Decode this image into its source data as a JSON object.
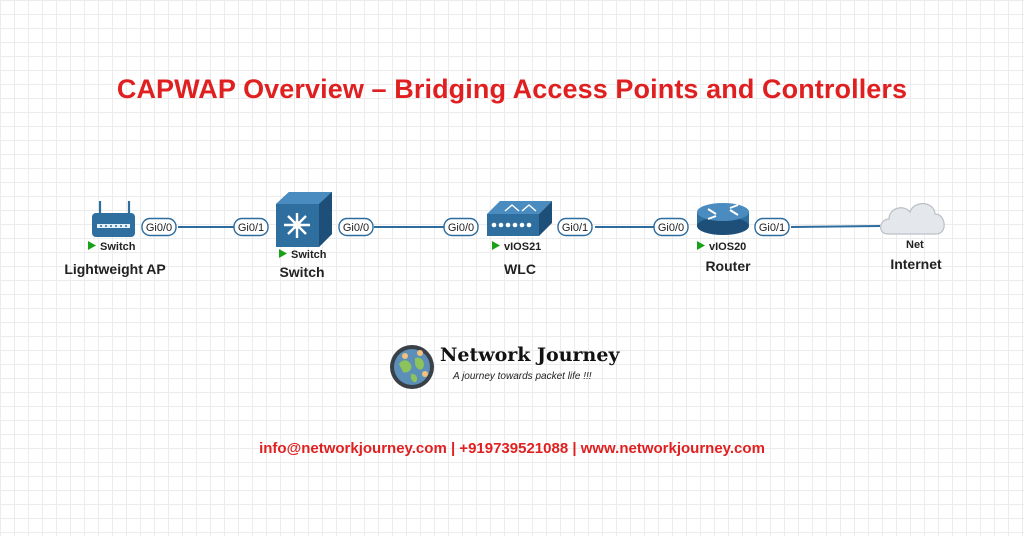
{
  "title": "CAPWAP Overview – Bridging Access Points and Controllers",
  "nodes": [
    {
      "label": "Lightweight AP",
      "status": "Switch",
      "icon": "access-point-icon"
    },
    {
      "label": "Switch",
      "status": "Switch",
      "icon": "multilayer-switch-icon"
    },
    {
      "label": "WLC",
      "status": "vIOS21",
      "icon": "wireless-controller-icon"
    },
    {
      "label": "Router",
      "status": "vIOS20",
      "icon": "router-icon"
    },
    {
      "label": "Internet",
      "status": "Net",
      "icon": "cloud-icon"
    }
  ],
  "links": [
    {
      "from": "Lightweight AP",
      "from_port": "Gi0/0",
      "to": "Switch",
      "to_port": "Gi0/1"
    },
    {
      "from": "Switch",
      "from_port": "Gi0/0",
      "to": "WLC",
      "to_port": "Gi0/0"
    },
    {
      "from": "WLC",
      "from_port": "Gi0/1",
      "to": "Router",
      "to_port": "Gi0/0"
    },
    {
      "from": "Router",
      "from_port": "Gi0/1",
      "to": "Internet",
      "to_port": ""
    }
  ],
  "brand": {
    "name": "Network Journey",
    "tagline": "A journey towards packet life !!!",
    "logo_icon": "globe-people-icon"
  },
  "contact": "info@networkjourney.com | +919739521088 | www.networkjourney.com",
  "colors": {
    "title": "#e02020",
    "link": "#2d6c9e",
    "status_arrow": "#1aa11a",
    "device_blue": "#2e6fa0"
  }
}
